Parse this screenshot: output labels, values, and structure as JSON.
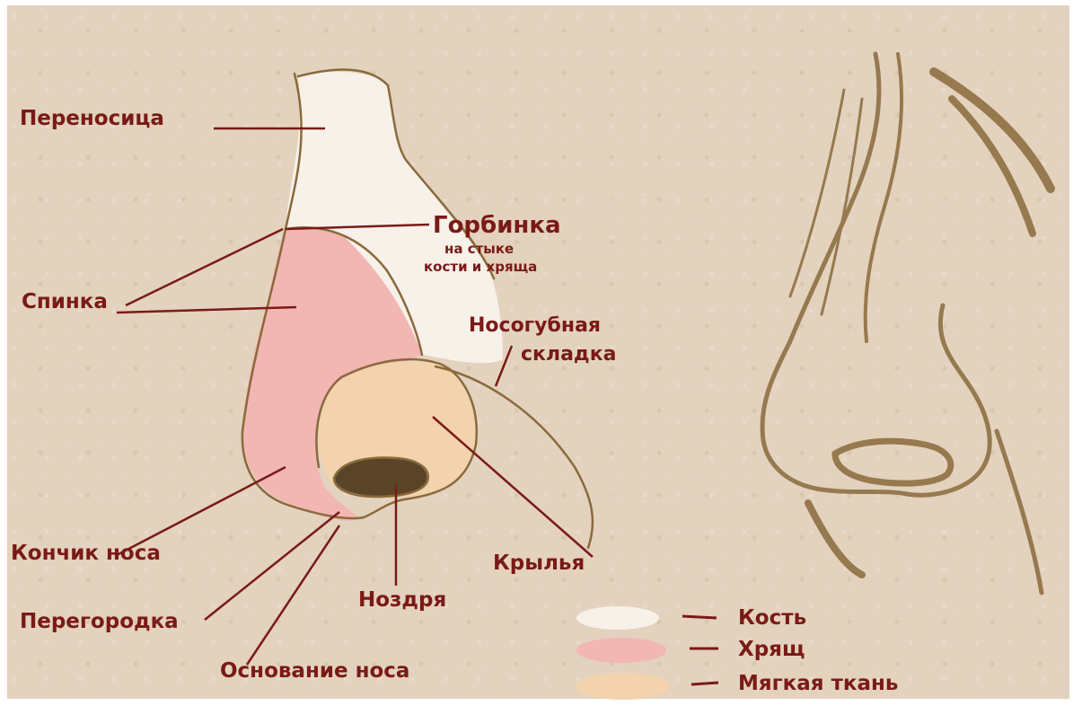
{
  "colors": {
    "label": "#7a1a17",
    "bone": "#f7f1e9",
    "cartilage": "#f2b6b3",
    "soft_tissue": "#f3d3ad",
    "nostril": "#5a4428",
    "sketch": "#8a6a3c"
  },
  "labels": {
    "bridge": "Переносица",
    "hump": "Горбинка",
    "hump_note_1": "на стыке",
    "hump_note_2": "кости и хряща",
    "dorsum": "Спинка",
    "nasolabial_1": "Носогубная",
    "nasolabial_2": "складка",
    "tip": "Кончик носа",
    "wings": "Крылья",
    "nostril": "Ноздря",
    "septum": "Перегородка",
    "base": "Основание носа"
  },
  "legend": [
    {
      "label": "Кость",
      "color": "#f7f1e9"
    },
    {
      "label": "Хрящ",
      "color": "#f2b6b3"
    },
    {
      "label": "Мягкая ткань",
      "color": "#f3d3ad"
    }
  ]
}
